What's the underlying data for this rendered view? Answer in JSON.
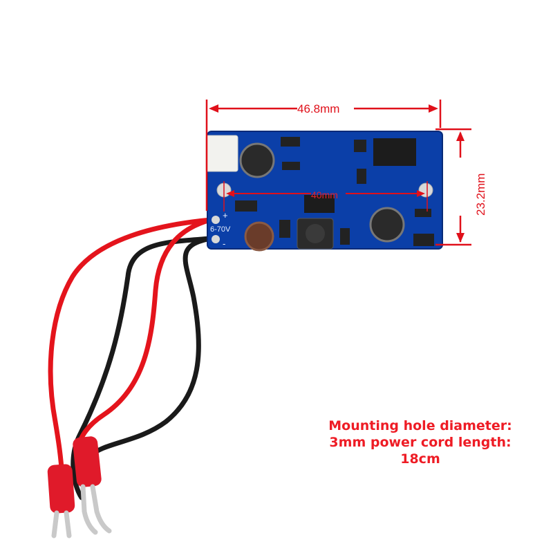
{
  "dimensions": {
    "width": "46.8mm",
    "height": "23.2mm",
    "hole_spacing": "40mm"
  },
  "board": {
    "voltage_label": "6-70V",
    "polarity_plus": "+",
    "polarity_minus": "-"
  },
  "note": {
    "line1": "Mounting hole diameter:",
    "line2": "3mm power cord length:",
    "line3": "18cm"
  },
  "colors": {
    "pcb": "#0b3fa8",
    "dimension": "#e0101a",
    "wire_red": "#e4141c",
    "wire_black": "#1a1a1a",
    "terminal": "#e01a2a"
  }
}
